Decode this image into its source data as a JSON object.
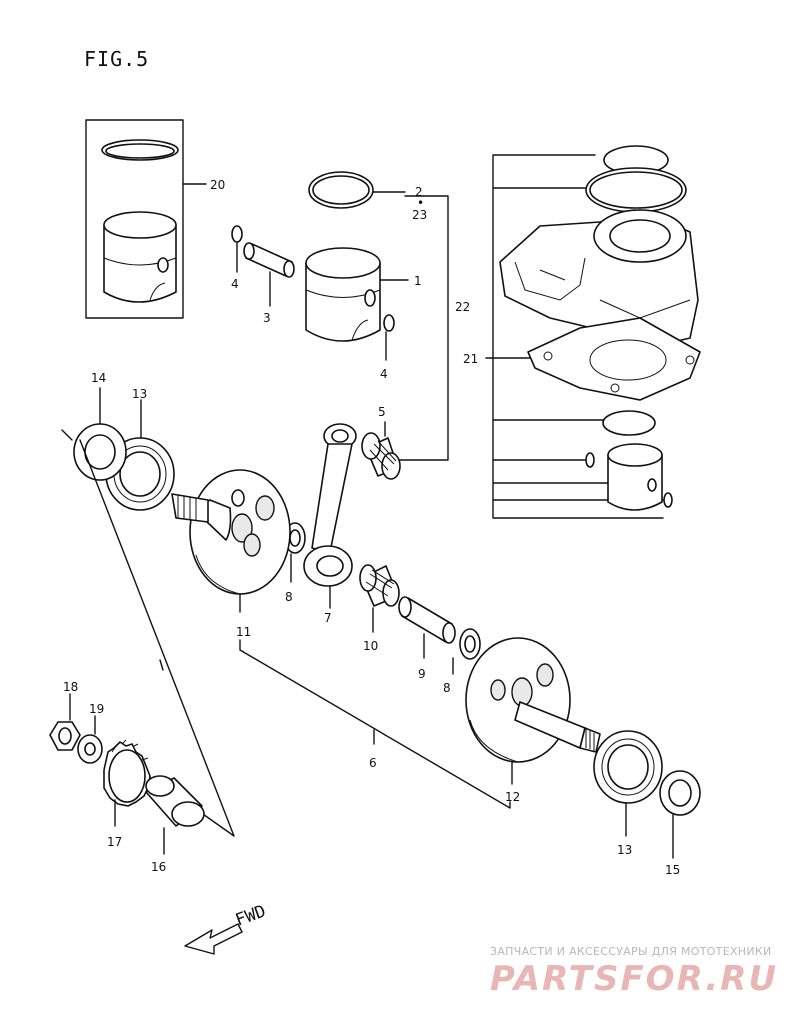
{
  "figure": {
    "title": "FIG.5"
  },
  "callouts": {
    "c1": "1",
    "c2": "2",
    "c2dot": "•",
    "c23": "23",
    "c3": "3",
    "c4a": "4",
    "c4b": "4",
    "c5": "5",
    "c6": "6",
    "c7": "7",
    "c8a": "8",
    "c8b": "8",
    "c9": "9",
    "c10": "10",
    "c11": "11",
    "c12": "12",
    "c13a": "13",
    "c13b": "13",
    "c14": "14",
    "c15": "15",
    "c16": "16",
    "c17": "17",
    "c18": "18",
    "c19": "19",
    "c20": "20",
    "c21": "21",
    "c22": "22"
  },
  "direction": {
    "label": "FWD"
  },
  "watermark": {
    "tagline": "ЗАПЧАСТИ И АКСЕССУАРЫ ДЛЯ МОТОТЕХНИКИ",
    "logo": "PARTSFOR.RU",
    "color": "#e9b6b6"
  }
}
